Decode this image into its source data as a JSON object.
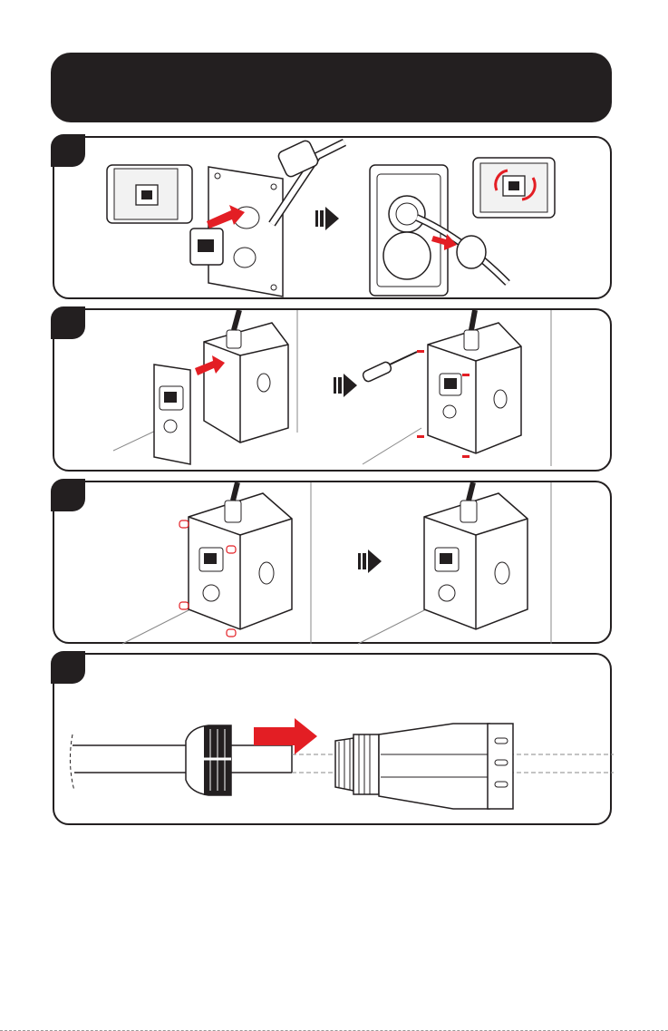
{
  "colors": {
    "ink": "#231f20",
    "accent_red": "#e31e24",
    "line_gray": "#8a8a8a",
    "fill_light": "#f2f2f2"
  },
  "steps": [
    {
      "name": "step-1",
      "icons": [
        "cable-gland-icon",
        "faceplate-icon",
        "push-arrow-icon",
        "next-step-arrow-icon",
        "rotate-arrow-icon"
      ]
    },
    {
      "name": "step-2",
      "icons": [
        "junction-box-icon",
        "faceplate-icon",
        "screwdriver-icon",
        "screw-icon",
        "next-step-arrow-icon"
      ]
    },
    {
      "name": "step-3",
      "icons": [
        "junction-box-icon",
        "screw-cap-icon",
        "next-step-arrow-icon"
      ]
    },
    {
      "name": "step-4",
      "icons": [
        "cable-icon",
        "gland-nut-icon",
        "push-arrow-icon",
        "connector-body-icon"
      ]
    }
  ]
}
